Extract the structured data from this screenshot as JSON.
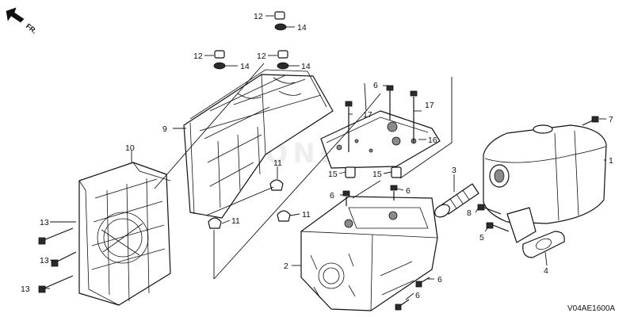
{
  "diagram": {
    "direction_label": "FR.",
    "drawing_code": "V04AE1600A",
    "callouts": {
      "c1": "1",
      "c2": "2",
      "c3": "3",
      "c4": "4",
      "c5": "5",
      "c6a": "6",
      "c6b": "6",
      "c6c": "6",
      "c6d": "6",
      "c6e": "6",
      "c7": "7",
      "c8": "8",
      "c9": "9",
      "c10": "10",
      "c11a": "11",
      "c11b": "11",
      "c11c": "11",
      "c12a": "12",
      "c12b": "12",
      "c12c": "12",
      "c13a": "13",
      "c13b": "13",
      "c13c": "13",
      "c14a": "14",
      "c14b": "14",
      "c14c": "14",
      "c15a": "15",
      "c15b": "15",
      "c16": "16",
      "c17a": "17",
      "c17b": "17"
    }
  }
}
